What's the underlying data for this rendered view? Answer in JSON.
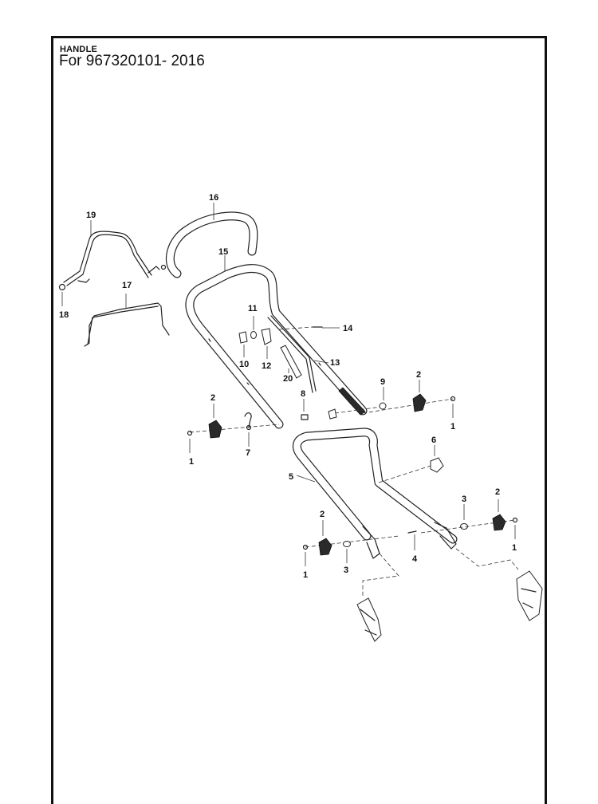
{
  "header": {
    "section": "HANDLE",
    "model": "For 967320101- 2016"
  },
  "callouts": [
    "1",
    "1",
    "1",
    "1",
    "2",
    "2",
    "2",
    "2",
    "3",
    "3",
    "4",
    "5",
    "6",
    "7",
    "8",
    "9",
    "10",
    "11",
    "12",
    "13",
    "14",
    "15",
    "16",
    "17",
    "18",
    "19",
    "20"
  ],
  "colors": {
    "line": "#222222",
    "frame": "#111111",
    "background": "#ffffff"
  }
}
